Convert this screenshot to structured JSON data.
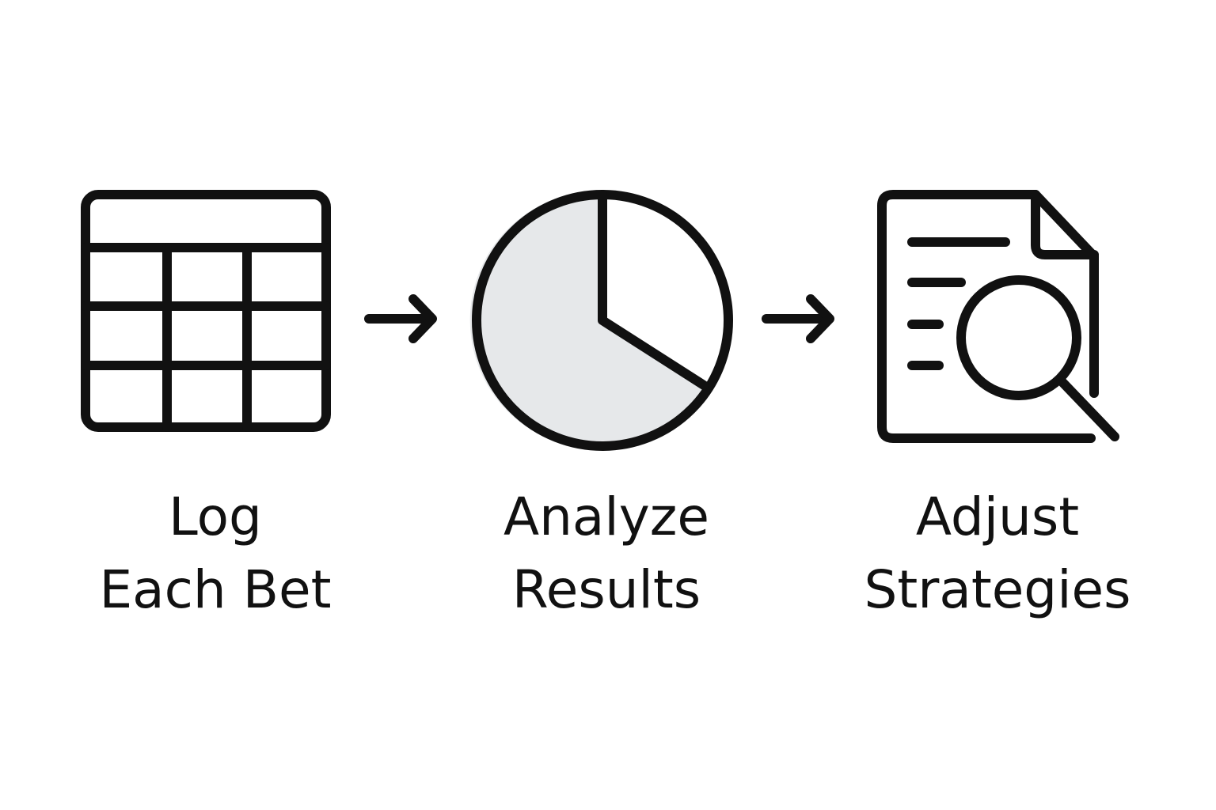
{
  "steps": [
    {
      "line1": "Log",
      "line2": "Each Bet",
      "icon": "table-icon"
    },
    {
      "line1": "Analyze",
      "line2": "Results",
      "icon": "pie-chart-icon"
    },
    {
      "line1": "Adjust",
      "line2": "Strategies",
      "icon": "document-search-icon"
    }
  ],
  "connectors": [
    {
      "icon": "arrow-right-icon"
    },
    {
      "icon": "arrow-right-icon"
    }
  ],
  "colors": {
    "stroke": "#111111",
    "pie_fill": "#e6e8ea",
    "background": "#ffffff"
  }
}
